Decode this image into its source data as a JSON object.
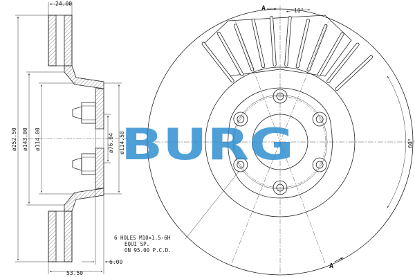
{
  "dimensions": {
    "width_top": "24.00",
    "dia_outer": "ø252.50",
    "dia_143": "ø143.00",
    "dia_114": "ø114.00",
    "dia_76": "ø76.04",
    "dia_11450": "ø114.50",
    "width_bottom": "53.50",
    "thickness": "6.00",
    "angle_vent": "10°",
    "angle_holes": "60°"
  },
  "section_labels": {
    "top": "A",
    "bottom": "A"
  },
  "hole_note": {
    "line1": "6 HOLES M10×1.5-6H",
    "line2": "EQUI SP.",
    "line3": "ON 95.00 P.C.D."
  },
  "watermark": "BURG"
}
